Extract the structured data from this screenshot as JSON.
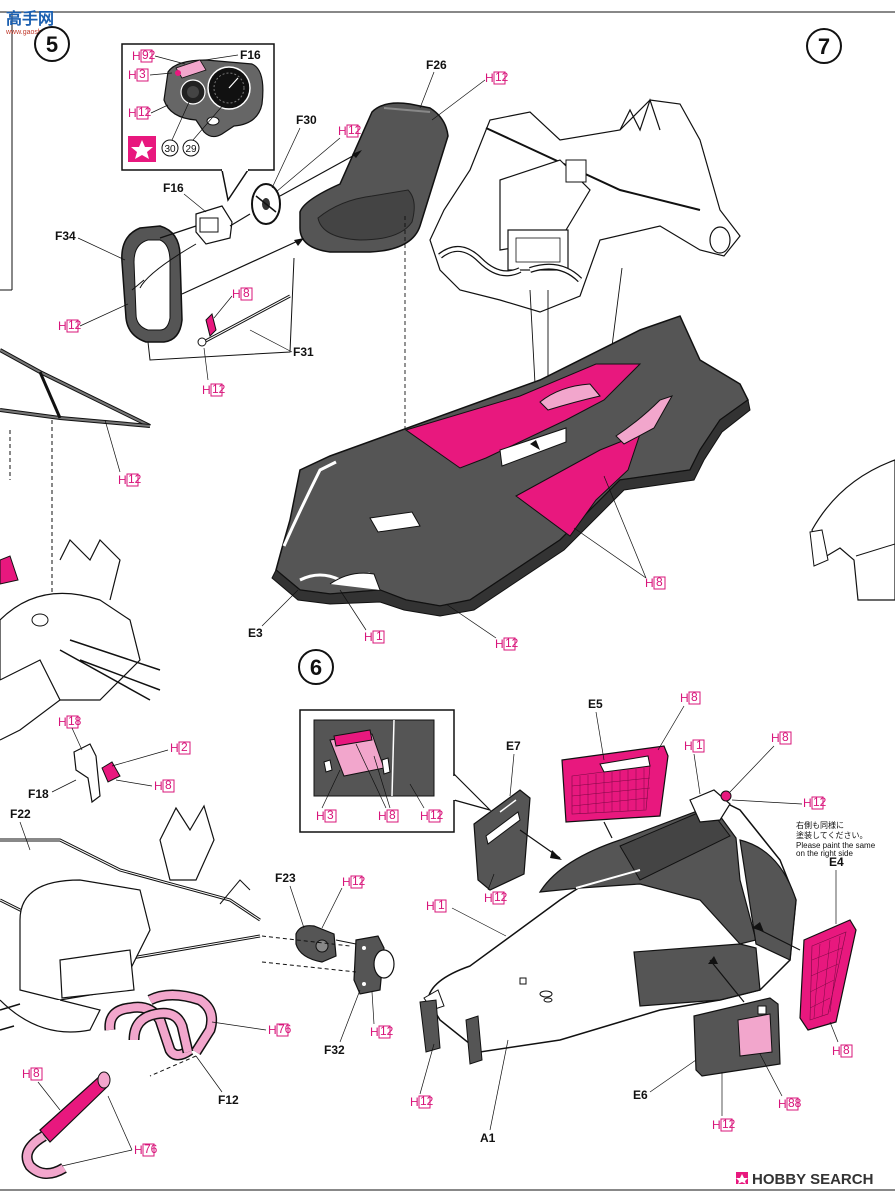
{
  "colors": {
    "accent_magenta": "#e8187e",
    "paint_dark_gray": "#555555",
    "paint_light_pink": "#f2a6cc",
    "line": "#111111"
  },
  "watermark_top": "高手网",
  "watermark_top_url": "www.gaoshou.net",
  "watermark_bottom": "HOBBY SEARCH",
  "watermark_bottom_icon": "hobbysearch-logo-icon",
  "steps": {
    "s5": "5",
    "s6": "6",
    "s7": "7"
  },
  "gauges": {
    "g30": "30",
    "g29": "29"
  },
  "star_icon": "star-icon",
  "part_labels": {
    "F16_inset": "F16",
    "F26": "F26",
    "F30": "F30",
    "F16": "F16",
    "F34": "F34",
    "F31": "F31",
    "E3": "E3",
    "F18": "F18",
    "F22": "F22",
    "F23": "F23",
    "F32": "F32",
    "F12": "F12",
    "E5": "E5",
    "E7": "E7",
    "E4": "E4",
    "E6": "E6",
    "A1": "A1"
  },
  "paint_codes": {
    "inset_h92": "92",
    "inset_h3": "3",
    "inset_h12": "12",
    "f26_h12": "12",
    "f30_h12": "12",
    "f34_h12": "12",
    "f31_h8": "8",
    "f31_h12": "12",
    "susp_h12": "12",
    "floor_h8": "8",
    "e3_h1": "1",
    "e3_h12": "12",
    "f18_h18": "18",
    "f18_h2": "2",
    "f18_h8": "8",
    "f23_h12": "12",
    "f32_h12": "12",
    "f12_h76": "76",
    "exh_h8": "8",
    "exh_h76": "76",
    "box6_h3": "3",
    "box6_h8": "8",
    "box6_h12": "12",
    "e5_h8": "8",
    "e7_h12": "12",
    "body_h1a": "1",
    "body_h1b": "1",
    "body_h8": "8",
    "body_h12": "12",
    "a1_h12": "12",
    "e4_h8": "8",
    "e6_h12": "12",
    "e6_h88": "88"
  },
  "note_right_side": {
    "line1": "右側も同様に",
    "line2": "塗装してください。",
    "line3": "Please paint the same",
    "line4": "on the right side"
  }
}
